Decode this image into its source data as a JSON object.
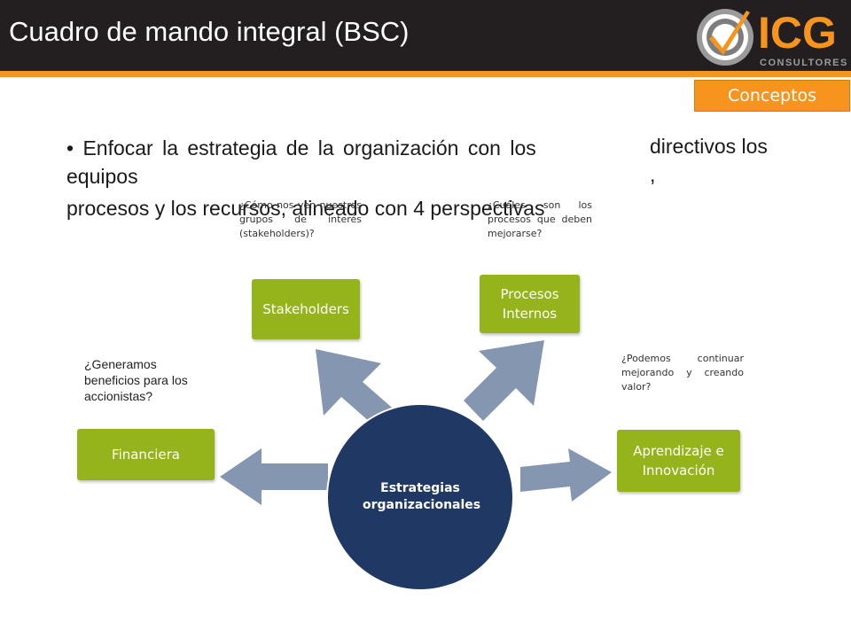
{
  "header": {
    "title": "Cuadro de mando integral (BSC)",
    "logo_text": "ICG",
    "logo_subtext": "CONSULTORES"
  },
  "tag": {
    "label": "Conceptos"
  },
  "intro": {
    "line1": "• Enfocar la estrategia de la organización con los",
    "line2": "equipos",
    "line3": "procesos y los recursos, alineado con 4 perspectivas",
    "right1": "directivos los",
    "right2": ","
  },
  "questions": {
    "stakeholders": "¿Cómo nos ven nuestros grupos de interés (stakeholders)?",
    "procesos": "¿Cuáles son los procesos que deben mejorarse?",
    "financiera": "¿Generamos beneficios para los accionistas?",
    "aprendizaje": "¿Podemos continuar mejorando y creando valor?"
  },
  "boxes": {
    "stakeholders": "Stakeholders",
    "procesos": "Procesos Internos",
    "financiera": "Financiera",
    "aprendizaje": "Aprendizaje e Innovación"
  },
  "center": {
    "label": "Estrategias organizacionales"
  },
  "colors": {
    "header_bg": "#231f20",
    "accent_orange": "#f7941d",
    "box_green": "#95b31a",
    "arrow_gray": "#8496b0",
    "circle_navy": "#1f3864"
  }
}
